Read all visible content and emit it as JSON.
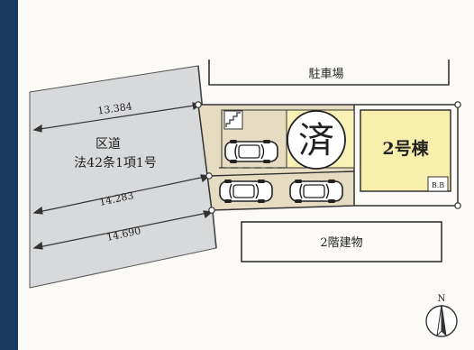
{
  "road": {
    "label_line1": "区道",
    "label_line2": "法42条1項1号"
  },
  "dimensions": {
    "top": "13.384",
    "middle": "14.283",
    "bottom": "14.690"
  },
  "parking": {
    "label": "駐車場"
  },
  "sold_badge": {
    "label": "済"
  },
  "building_2": {
    "label": "2号棟"
  },
  "utility_box": {
    "label": "B.B"
  },
  "neighbor_building": {
    "label": "2階建物"
  },
  "compass": {
    "north_label": "N"
  },
  "colors": {
    "frame": "#183a5e",
    "paper": "#fbfaf6",
    "road": "#d8d9db",
    "lot": "#e5dcc2",
    "building": "#f8efad"
  }
}
